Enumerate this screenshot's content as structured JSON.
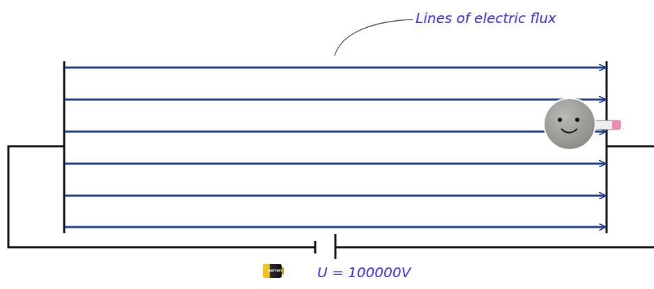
{
  "diagram": {
    "labels": [
      "Lines of electric flux",
      "U = 100000V",
      "BATTERY"
    ]
  }
}
